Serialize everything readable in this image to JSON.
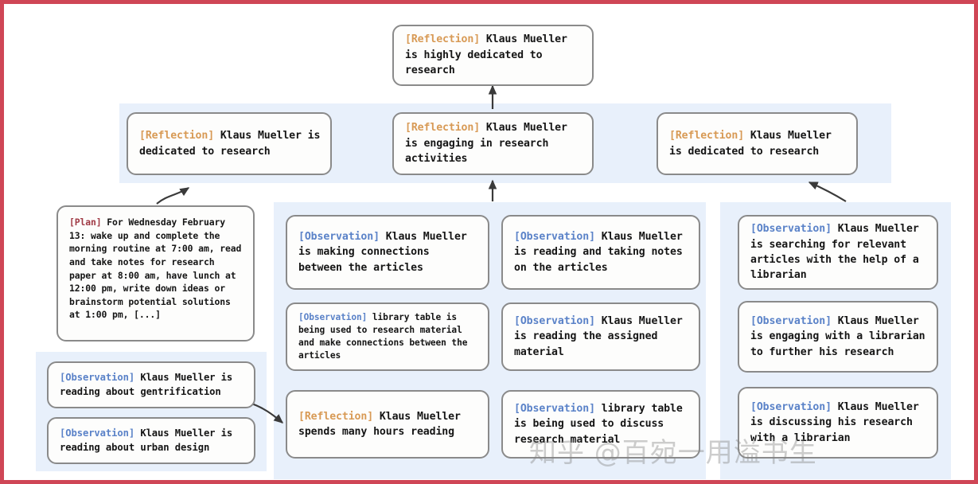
{
  "figure": {
    "title": "Generative agent reflection tree",
    "border_color": "#cf4656",
    "panel_color": "#e8f0fb",
    "node_border_color": "#8a8a8a",
    "node_fill_color": "#fdfdfc",
    "tag_colors": {
      "reflection": "#d89a55",
      "observation": "#5a82c8",
      "plan": "#a03a45"
    }
  },
  "watermark": {
    "text": "知乎 @百宛一用溢书生"
  },
  "nodes": {
    "root_reflection": {
      "tag": "[Reflection]",
      "tag_type": "reflection",
      "text": " Klaus Mueller is highly dedicated to research"
    },
    "mid_reflection_left": {
      "tag": "[Reflection]",
      "tag_type": "reflection",
      "text": " Klaus Mueller is dedicated to research"
    },
    "mid_reflection_center": {
      "tag": "[Reflection]",
      "tag_type": "reflection",
      "text": " Klaus Mueller is engaging in research activities"
    },
    "mid_reflection_right": {
      "tag": "[Reflection]",
      "tag_type": "reflection",
      "text": " Klaus Mueller is dedicated to research"
    },
    "plan": {
      "tag": "[Plan]",
      "tag_type": "plan",
      "text": " For Wednesday February 13: wake up and complete the morning routine at 7:00 am, read and take notes for research paper at 8:00 am, have lunch at 12:00 pm, write down ideas or brainstorm potential solutions at 1:00 pm, [...]"
    },
    "obs_bottom_left_1": {
      "tag": "[Observation]",
      "tag_type": "observation",
      "text": " Klaus Mueller is reading about gentrification"
    },
    "obs_bottom_left_2": {
      "tag": "[Observation]",
      "tag_type": "observation",
      "text": " Klaus Mueller is reading about urban design"
    },
    "col1_obs_1": {
      "tag": "[Observation]",
      "tag_type": "observation",
      "text": " Klaus Mueller is making connections between the articles"
    },
    "col1_obs_2": {
      "tag": "[Observation]",
      "tag_type": "observation",
      "text": " library table is being used to research material and make connections between the articles"
    },
    "col1_reflection": {
      "tag": "[Reflection]",
      "tag_type": "reflection",
      "text": " Klaus Mueller spends many hours reading"
    },
    "col2_obs_1": {
      "tag": "[Observation]",
      "tag_type": "observation",
      "text": " Klaus Mueller is reading and taking notes on the articles"
    },
    "col2_obs_2": {
      "tag": "[Observation]",
      "tag_type": "observation",
      "text": " Klaus Mueller is reading the assigned material"
    },
    "col2_obs_3": {
      "tag": "[Observation]",
      "tag_type": "observation",
      "text": " library table is being used to discuss research material"
    },
    "col3_obs_1": {
      "tag": "[Observation]",
      "tag_type": "observation",
      "text": " Klaus Mueller is searching for relevant articles with the help of a librarian"
    },
    "col3_obs_2": {
      "tag": "[Observation]",
      "tag_type": "observation",
      "text": " Klaus Mueller is engaging with a librarian to further his research"
    },
    "col3_obs_3": {
      "tag": "[Observation]",
      "tag_type": "observation",
      "text": " Klaus Mueller is discussing his research with a librarian"
    }
  }
}
